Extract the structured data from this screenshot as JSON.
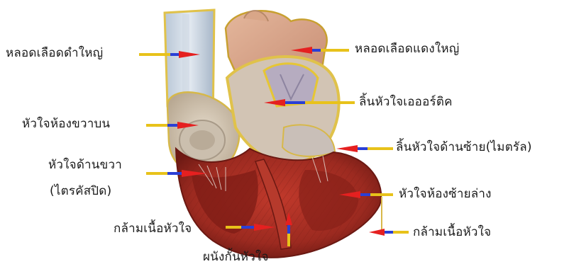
{
  "labels": {
    "superior_vena_cava": "หลอดเลือดดำใหญ่",
    "aorta": "หลอดเลือดแดงใหญ่",
    "aortic_valve": "ลิ้นหัวใจเอออร์ติค",
    "right_atrium": "หัวใจห้องขวาบน",
    "mitral_valve": "ลิ้นหัวใจด้านซ้าย(ไมตรัล)",
    "tricuspid_valve_line1": "หัวใจด้านขวา",
    "tricuspid_valve_line2": "(ไตรคัสปิด)",
    "left_ventricle": "หัวใจห้องซ้ายล่าง",
    "heart_muscle_left": "กล้ามเนื้อหัวใจ",
    "heart_muscle_right": "กล้ามเนื้อหัวใจ",
    "septum": "ผนังกั้นหัวใจ"
  },
  "colors": {
    "pointer_yellow": "#e8c21a",
    "pointer_blue": "#2a3fd6",
    "pointer_red": "#e52020",
    "leader_line": "#d9b84a"
  }
}
